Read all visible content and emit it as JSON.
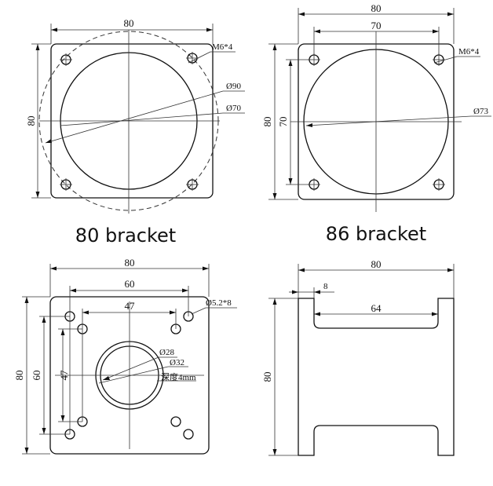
{
  "drawings": [
    {
      "id": "bracket-80",
      "caption": "80 bracket",
      "labels": {
        "width": "80",
        "height": "80",
        "screw": "M6*4",
        "dia_outer": "Ø90",
        "dia_inner": "Ø70"
      }
    },
    {
      "id": "bracket-86",
      "caption": "86 bracket",
      "labels": {
        "width": "80",
        "hole_span_x": "70",
        "height": "80",
        "hole_span_y": "70",
        "screw": "M6*4",
        "dia": "Ø73"
      }
    },
    {
      "id": "plate-top-view",
      "labels": {
        "width": "80",
        "span_60": "60",
        "span_47": "47",
        "height": "80",
        "height_60": "60",
        "height_47": "47",
        "holes": "Ø5.2*8",
        "dia_inner": "Ø28",
        "dia_outer": "Ø32",
        "depth": "深度4mm"
      }
    },
    {
      "id": "side-profile",
      "labels": {
        "width": "80",
        "wall": "8",
        "inner": "64",
        "height": "80"
      }
    }
  ]
}
